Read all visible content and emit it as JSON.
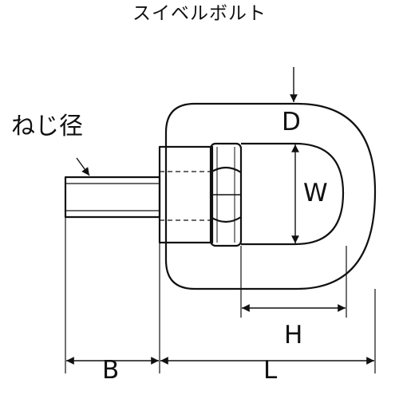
{
  "title": "スイベルボルト",
  "labels": {
    "thread_diameter": "ねじ径",
    "D": "D",
    "W": "W",
    "H": "H",
    "B": "B",
    "L": "L"
  },
  "colors": {
    "line": "#111111",
    "background": "#ffffff"
  }
}
